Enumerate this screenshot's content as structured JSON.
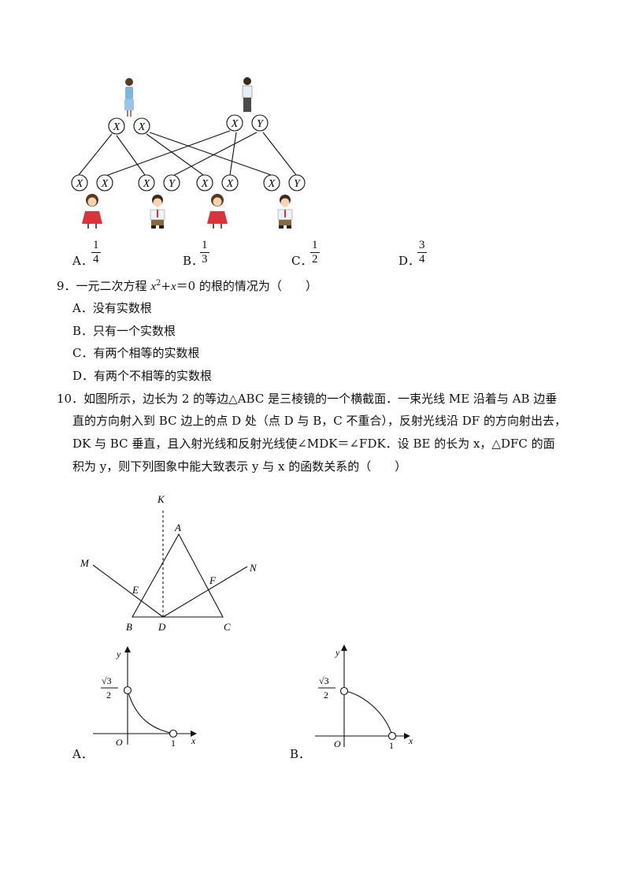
{
  "tree": {
    "parent_left": [
      "X",
      "X"
    ],
    "parent_right": [
      "X",
      "Y"
    ],
    "children": [
      "X",
      "X",
      "X",
      "Y",
      "X",
      "X",
      "X",
      "Y"
    ]
  },
  "q8": {
    "options": [
      {
        "label": "A．",
        "num": "1",
        "den": "4"
      },
      {
        "label": "B．",
        "num": "1",
        "den": "3"
      },
      {
        "label": "C．",
        "num": "1",
        "den": "2"
      },
      {
        "label": "D．",
        "num": "3",
        "den": "4"
      }
    ]
  },
  "q9": {
    "number": "9．",
    "stem_a": "一元二次方程 ",
    "x": "x",
    "sup": "2",
    "stem_b": "+",
    "stem_c": "x",
    "stem_d": "＝0 的根的情况为（　　）",
    "options": [
      "A．没有实数根",
      "B．只有一个实数根",
      "C．有两个相等的实数根",
      "D．有两个不相等的实数根"
    ]
  },
  "q10": {
    "number": "10．",
    "lines": [
      "如图所示，边长为 2 的等边△ABC 是三棱镜的一个横截面．一束光线 ME 沿着与 AB 边垂",
      "直的方向射入到 BC 边上的点 D 处（点 D 与 B，C 不重合），反射光线沿 DF 的方向射出去，",
      "DK 与 BC 垂直，且入射光线和反射光线使∠MDK＝∠FDK．设 BE 的长为 x，△DFC 的面",
      "积为 y，则下列图象中能大致表示 y 与 x 的函数关系的（　　）"
    ]
  },
  "figure": {
    "labels": {
      "K": "K",
      "A": "A",
      "M": "M",
      "N": "N",
      "E": "E",
      "F": "F",
      "B": "B",
      "D": "D",
      "C": "C"
    }
  },
  "graphs": [
    {
      "option": "A．",
      "y_axis": "y",
      "x_axis": "x",
      "origin": "O",
      "x_tick": "1",
      "y_tick_num": "√3",
      "y_tick_den": "2"
    },
    {
      "option": "B．",
      "y_axis": "y",
      "x_axis": "x",
      "origin": "O",
      "x_tick": "1",
      "y_tick_num": "√3",
      "y_tick_den": "2"
    }
  ],
  "colors": {
    "ink": "#111111",
    "shirt_red": "#d9343a",
    "shirt_blue": "#7fb3e0",
    "hair": "#5a3a1c"
  }
}
